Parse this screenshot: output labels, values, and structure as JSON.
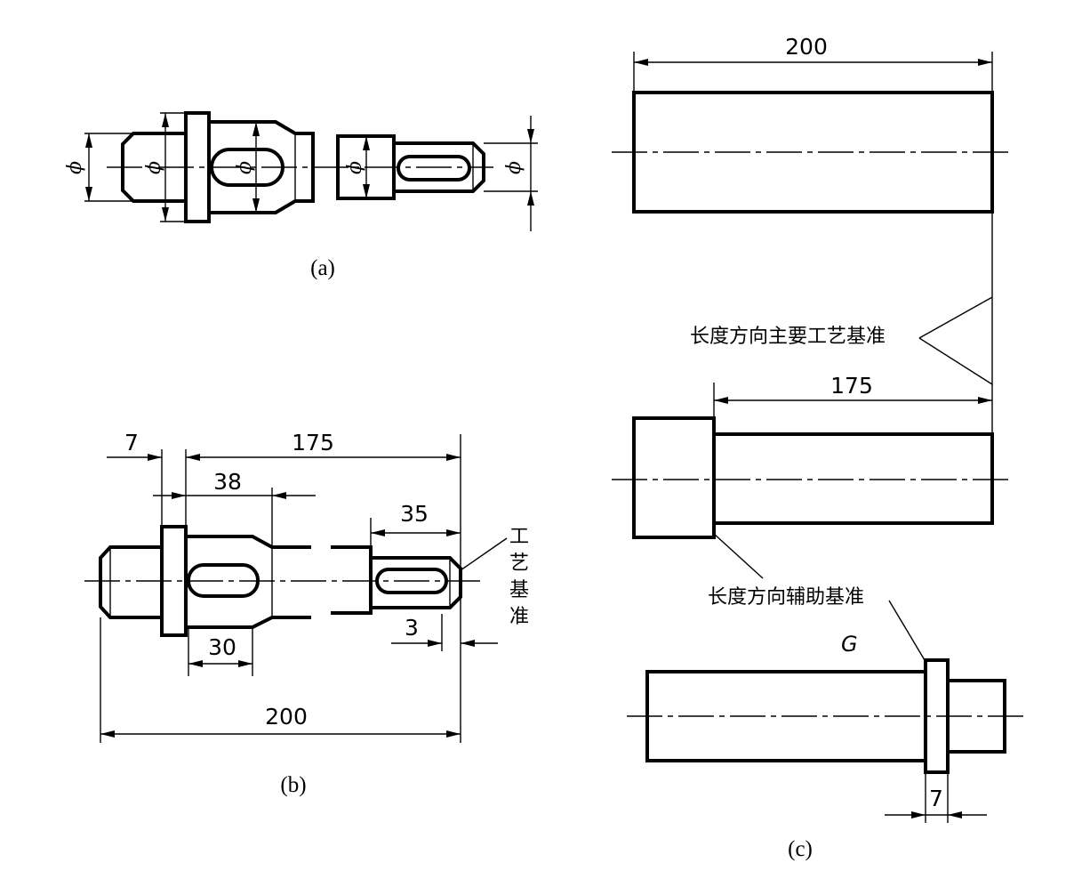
{
  "figure_a": {
    "caption": "(a)",
    "diameter_symbol": "ϕ"
  },
  "figure_b": {
    "caption": "(b)",
    "dims": {
      "d7": "7",
      "d175": "175",
      "d38": "38",
      "d35": "35",
      "d3": "3",
      "d30": "30",
      "d200": "200"
    },
    "datum_label_chars": [
      "工",
      "艺",
      "基",
      "准"
    ]
  },
  "figure_c": {
    "caption": "(c)",
    "dims": {
      "d200": "200",
      "d175": "175",
      "d7": "7"
    },
    "primary_datum_label": "长度方向主要工艺基准",
    "auxiliary_datum_label": "长度方向辅助基准",
    "surface_label": "G"
  }
}
